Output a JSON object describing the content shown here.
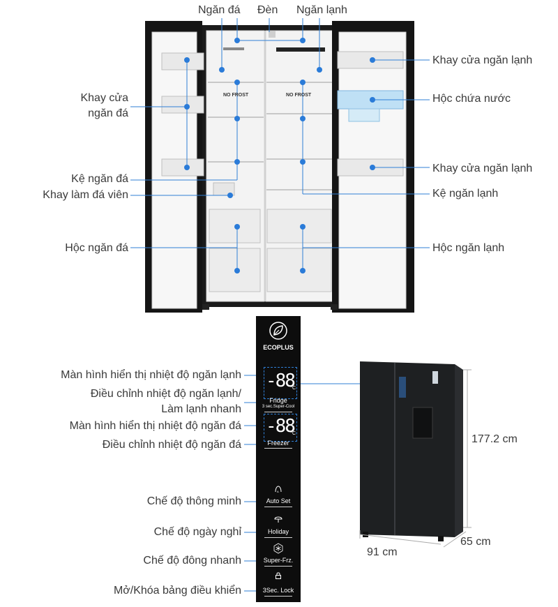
{
  "top_labels": {
    "ngan_da": "Ngăn đá",
    "den": "Đèn",
    "ngan_lanh": "Ngăn lạnh"
  },
  "left_labels": {
    "khay_cua_ngan_da_line1": "Khay cửa",
    "khay_cua_ngan_da_line2": "ngăn đá",
    "ke_ngan_da": "Kệ ngăn đá",
    "khay_lam_da_vien": "Khay làm đá viên",
    "hoc_ngan_da": "Hộc ngăn đá"
  },
  "right_labels": {
    "khay_cua_ngan_lanh_1": "Khay cửa ngăn lạnh",
    "hoc_chua_nuoc": "Hộc chứa nước",
    "khay_cua_ngan_lanh_2": "Khay cửa ngăn lạnh",
    "ke_ngan_lanh": "Kệ ngăn lạnh",
    "hoc_ngan_lanh": "Hộc ngăn lạnh"
  },
  "interior_text": {
    "no_frost_left": "NO FROST",
    "no_frost_right": "NO FROST"
  },
  "panel_labels": {
    "man_hinh_lanh": "Màn hình hiển thị nhiệt độ ngăn lạnh",
    "dieu_chinh_lanh_line1": "Điều chỉnh nhiệt độ ngăn lạnh/",
    "dieu_chinh_lanh_line2": "Làm lạnh nhanh",
    "man_hinh_da": "Màn hình hiển thị nhiệt độ ngăn đá",
    "dieu_chinh_da": "Điều chỉnh nhiệt độ ngăn đá",
    "che_do_thong_minh": "Chế độ thông minh",
    "che_do_ngay_nghi": "Chế độ ngày nghỉ",
    "che_do_dong_nhanh": "Chế độ đông nhanh",
    "mo_khoa": "Mở/Khóa bảng điều khiển"
  },
  "panel": {
    "ecoplus": "ECOPLUS",
    "fridge_digits": "-88",
    "fridge": "Fridge",
    "super_cool": "3 sec.Super-Cool",
    "freezer_digits": "-88",
    "freezer": "Freezer",
    "unit": "°C",
    "auto_set": "Auto Set",
    "holiday": "Holiday",
    "super_frz": "Super-Frz.",
    "lock": "3Sec. Lock"
  },
  "dimensions": {
    "height": "177.2 cm",
    "width": "91 cm",
    "depth": "65 cm"
  },
  "colors": {
    "annotation_blue": "#2f7fd6",
    "dot_blue": "#2a7bd8",
    "panel_black": "#0d0d0d",
    "fridge_body": "#1e2022"
  }
}
